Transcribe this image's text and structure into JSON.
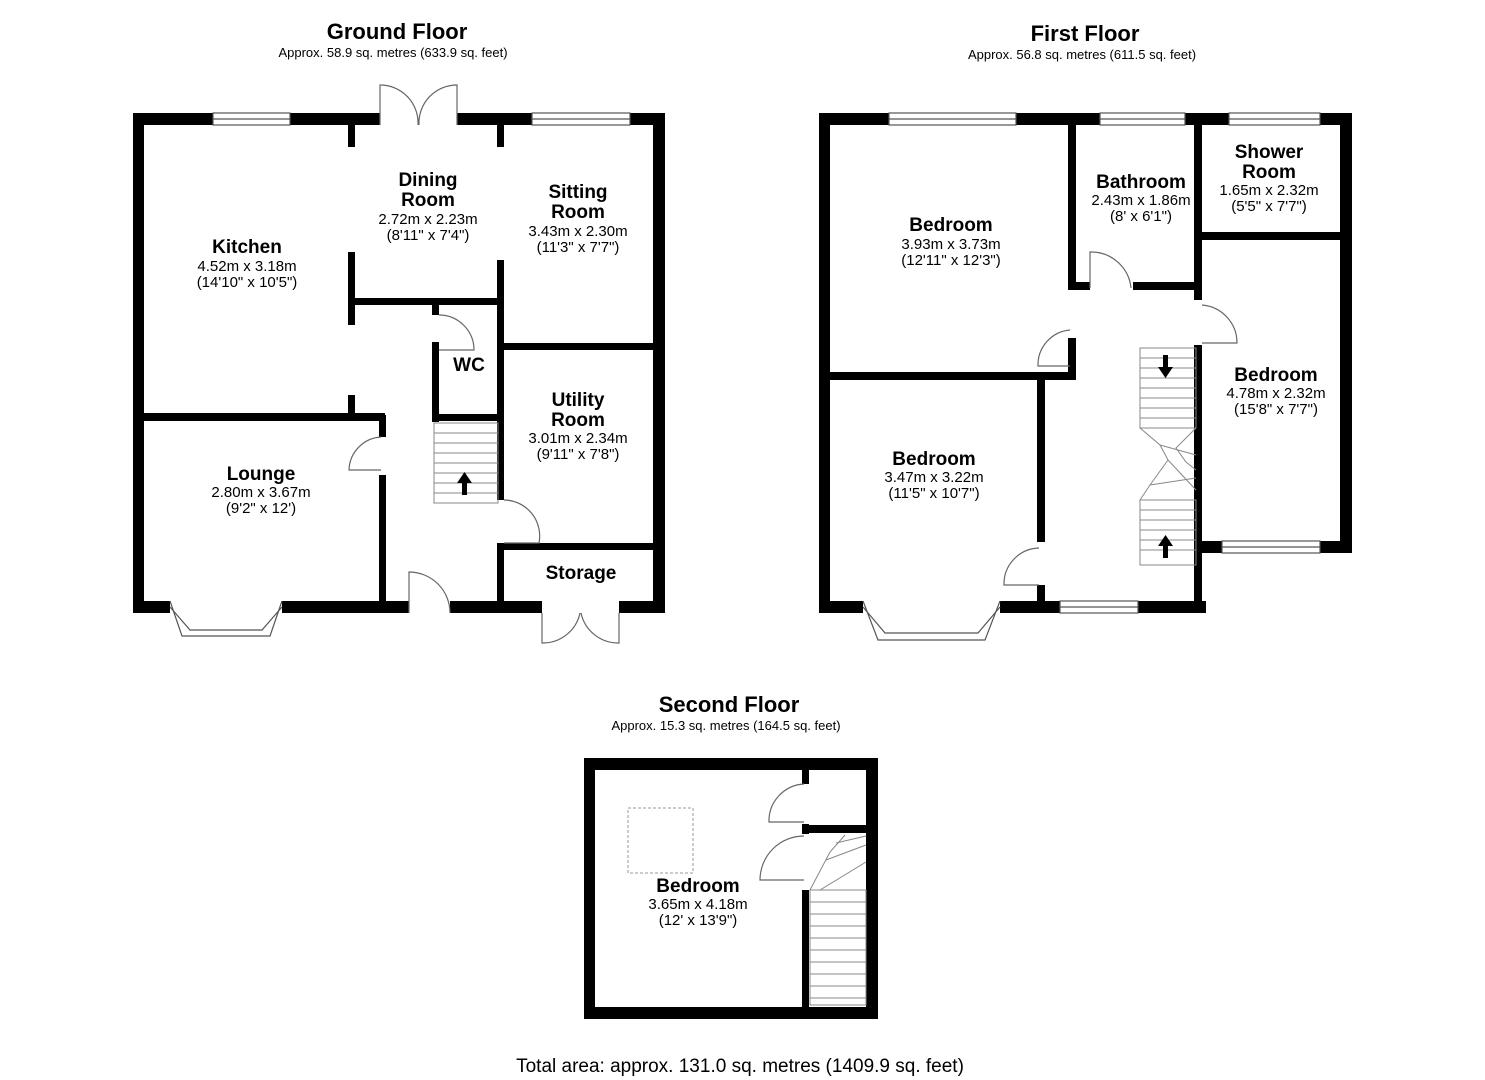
{
  "floors": {
    "ground": {
      "title": "Ground Floor",
      "area": "Approx. 58.9 sq. metres (633.9 sq. feet)",
      "rooms": {
        "kitchen": {
          "name": [
            "Kitchen"
          ],
          "metric": "4.52m x 3.18m",
          "imperial": "(14'10\" x 10'5\")"
        },
        "dining": {
          "name": [
            "Dining",
            "Room"
          ],
          "metric": "2.72m x 2.23m",
          "imperial": "(8'11\" x 7'4\")"
        },
        "sitting": {
          "name": [
            "Sitting",
            "Room"
          ],
          "metric": "3.43m x 2.30m",
          "imperial": "(11'3\" x 7'7\")"
        },
        "wc": {
          "name": [
            "WC"
          ]
        },
        "utility": {
          "name": [
            "Utility",
            "Room"
          ],
          "metric": "3.01m x 2.34m",
          "imperial": "(9'11\" x 7'8\")"
        },
        "lounge": {
          "name": [
            "Lounge"
          ],
          "metric": "2.80m x 3.67m",
          "imperial": "(9'2\" x 12')"
        },
        "storage": {
          "name": [
            "Storage"
          ]
        }
      }
    },
    "first": {
      "title": "First Floor",
      "area": "Approx. 56.8 sq. metres (611.5 sq. feet)",
      "rooms": {
        "bedroom1": {
          "name": [
            "Bedroom"
          ],
          "metric": "3.93m x 3.73m",
          "imperial": "(12'11\" x 12'3\")"
        },
        "bathroom": {
          "name": [
            "Bathroom"
          ],
          "metric": "2.43m x 1.86m",
          "imperial": "(8' x 6'1\")"
        },
        "shower": {
          "name": [
            "Shower",
            "Room"
          ],
          "metric": "1.65m x 2.32m",
          "imperial": "(5'5\" x 7'7\")"
        },
        "bedroom2": {
          "name": [
            "Bedroom"
          ],
          "metric": "3.47m x 3.22m",
          "imperial": "(11'5\" x 10'7\")"
        },
        "bedroom3": {
          "name": [
            "Bedroom"
          ],
          "metric": "4.78m x 2.32m",
          "imperial": "(15'8\" x 7'7\")"
        }
      }
    },
    "second": {
      "title": "Second Floor",
      "area": "Approx. 15.3 sq. metres (164.5 sq. feet)",
      "rooms": {
        "bedroom": {
          "name": [
            "Bedroom"
          ],
          "metric": "3.65m x 4.18m",
          "imperial": "(12' x 13'9\")"
        }
      }
    }
  },
  "total": "Total area: approx. 131.0 sq. metres (1409.9 sq. feet)",
  "colors": {
    "wall": "#000000",
    "line": "#555555",
    "background": "#ffffff"
  }
}
